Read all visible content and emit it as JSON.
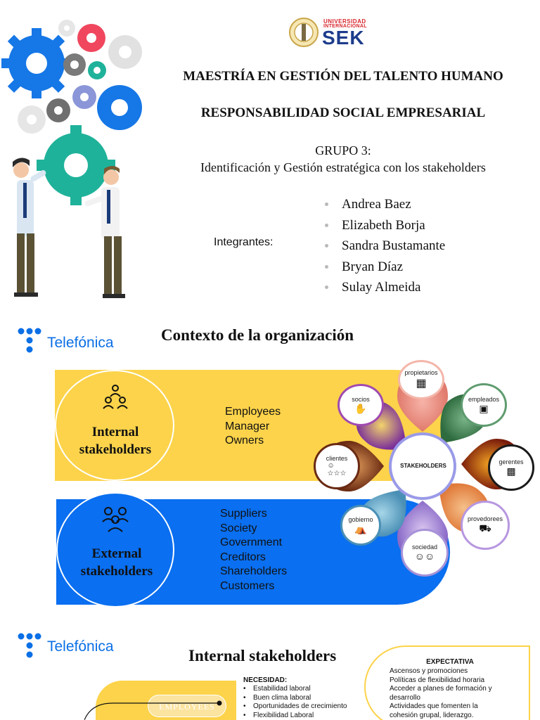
{
  "header": {
    "university_line1": "UNIVERSIDAD",
    "university_line2": "INTERNACIONAL",
    "university_name": "SEK",
    "title_program": "MAESTRÍA EN GESTIÓN DEL TALENTO HUMANO",
    "title_course": "RESPONSABILIDAD SOCIAL EMPRESARIAL",
    "group_label": "GRUPO 3:",
    "group_topic": "Identificación y Gestión estratégica con los stakeholders",
    "members_label": "Integrantes:",
    "members": [
      "Andrea Baez",
      "Elizabeth Borja",
      "Sandra Bustamante",
      "Bryan Díaz",
      "Sulay Almeida"
    ]
  },
  "context": {
    "logo_text": "Telefónica",
    "title": "Contexto de la organización",
    "internal_label_1": "Internal",
    "internal_label_2": "stakeholders",
    "internal_items": [
      "Employees",
      "Manager",
      "Owners"
    ],
    "external_label_1": "External",
    "external_label_2": "stakeholders",
    "external_items": [
      "Suppliers",
      "Society",
      "Government",
      "Creditors",
      "Shareholders",
      "Customers"
    ],
    "wheel_center": "STAKEHOLDERS",
    "wheel_items": {
      "propietarios": "propietarios",
      "empleados": "empleados",
      "gerentes": "gerentes",
      "proveedores": "provedorees",
      "sociedad": "sociedad",
      "gobierno": "gobierno",
      "clientes": "clientes",
      "socios": "socios"
    }
  },
  "internal": {
    "logo_text": "Telefónica",
    "title": "Internal stakeholders",
    "expectativa_title": "EXPECTATIVA",
    "expectativa_lines": [
      "Ascensos y  promociones",
      "Políticas de flexibilidad horaria",
      "Acceder a planes de formación y",
      "desarrollo",
      "Actividades que fomenten la",
      "cohesión grupal, liderazgo."
    ],
    "necesidad_title": "NECESIDAD:",
    "necesidad_items": [
      "Estabilidad laboral",
      "Buen clima laboral",
      "Oportunidades de crecimiento",
      "Flexibilidad Laboral"
    ],
    "employees_label": "EMPLOYEES"
  },
  "colors": {
    "yellow": "#fcd34a",
    "blue": "#0a6ff0",
    "telefonica": "#0b6fe6",
    "sek_blue": "#1c3c8c",
    "sek_red": "#d8262c"
  }
}
